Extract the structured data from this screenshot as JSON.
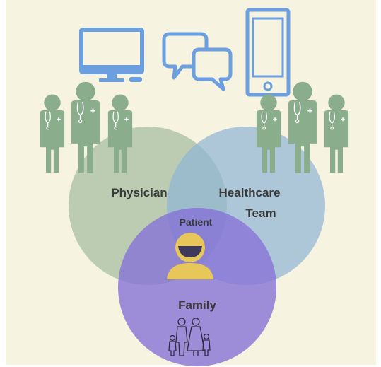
{
  "colors": {
    "background": "#f6f3e1",
    "device_blue": "#6b9fe0",
    "person_green": "#8aae8c",
    "circle_physician": "#a3bb9f",
    "circle_team": "#8fb4d6",
    "circle_family": "#8773d6",
    "patient_yellow": "#e7c65a"
  },
  "icons": [
    "monitor-icon",
    "chat-bubbles-icon",
    "smartphone-icon",
    "doctor-icon",
    "patient-icon",
    "family-icon"
  ],
  "labels": {
    "physician": "Physician",
    "team_line1": "Healthcare",
    "team_line2": "Team",
    "patient": "Patient",
    "family": "Family"
  }
}
